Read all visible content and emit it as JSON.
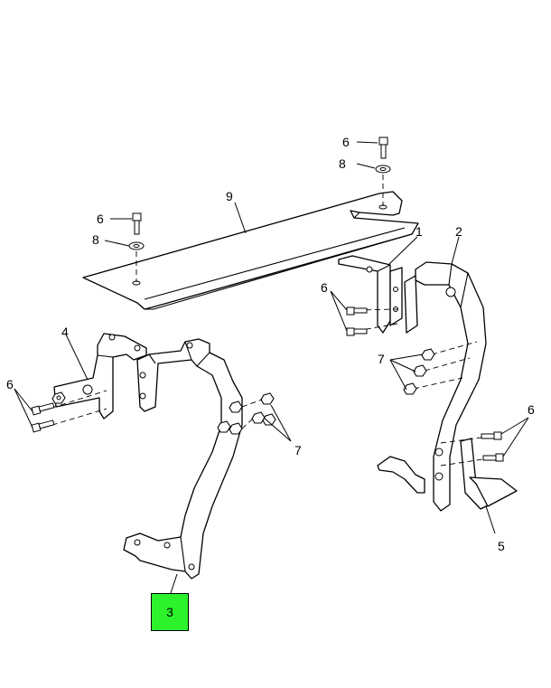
{
  "callouts": {
    "item_1": "1",
    "item_2": "2",
    "item_3": "3",
    "item_4": "4",
    "item_5": "5",
    "item_6": "6",
    "item_7": "7",
    "item_8": "8",
    "item_9": "9"
  },
  "highlight": {
    "item": "3",
    "color": "#2cf22c"
  }
}
